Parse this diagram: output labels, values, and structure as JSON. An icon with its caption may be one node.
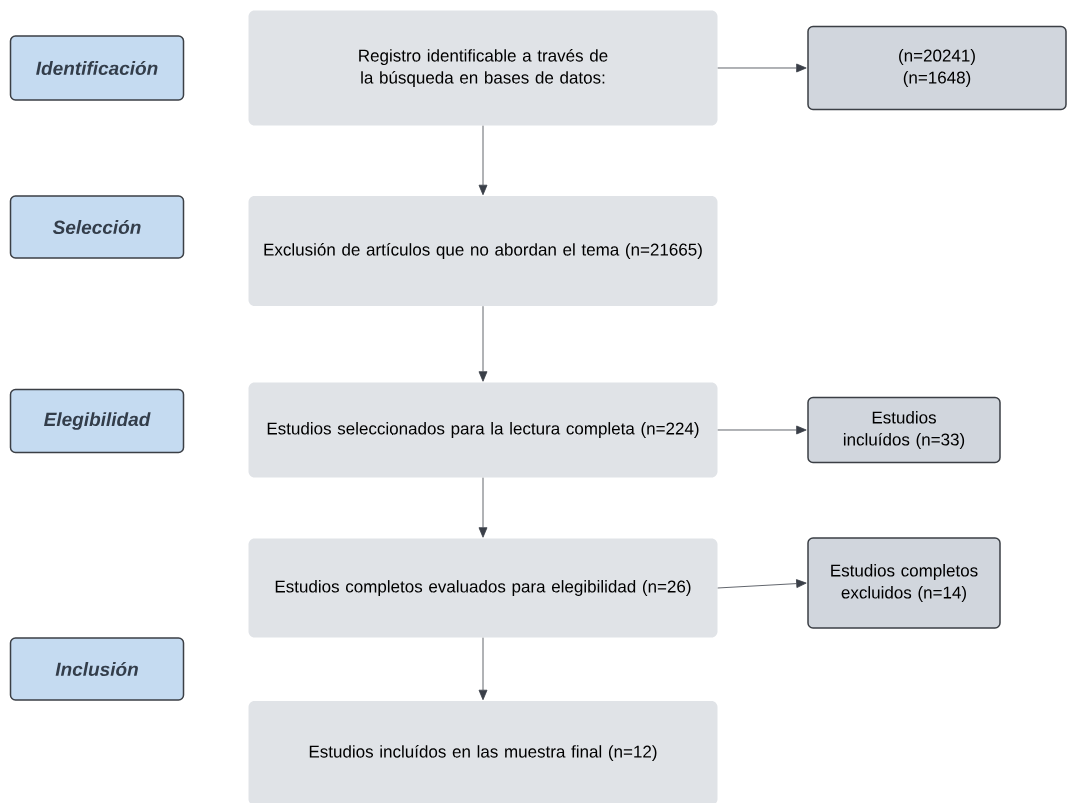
{
  "diagram": {
    "nodes": [
      {
        "text": [
          "Identificación"
        ]
      },
      {
        "text": [
          "Registro identificable a través de la búsqueda en bases de datos:"
        ]
      },
      {
        "text": [
          "(n=20241)",
          "(n=1648)"
        ]
      },
      {
        "text": [
          "Selección"
        ]
      },
      {
        "text": [
          "Exclusión de artículos que no abordan el tema (n=21665)"
        ]
      },
      {
        "text": [
          "Elegibilidad"
        ]
      },
      {
        "text": [
          "Estudios seleccionados para la lectura completa (n=224)"
        ]
      },
      {
        "text": [
          "Estudios incluídos (n=33)"
        ]
      },
      {
        "text": [
          "Estudios completos evaluados para elegibilidad (n=26)"
        ]
      },
      {
        "text": [
          "Estudios completos excluidos (n=14)"
        ]
      },
      {
        "text": [
          "Inclusión"
        ]
      },
      {
        "text": [
          "Estudios incluídos en las muestra final (n=12)"
        ]
      }
    ],
    "edges": [
      {
        "from": 1,
        "to": 2,
        "arrow": "to"
      },
      {
        "from": 1,
        "to": 4,
        "arrow": "to"
      },
      {
        "from": 4,
        "to": 6,
        "arrow": "to"
      },
      {
        "from": 6,
        "to": 7,
        "arrow": "to"
      },
      {
        "from": 6,
        "to": 8,
        "arrow": "to"
      },
      {
        "from": 8,
        "to": 9,
        "arrow": "to"
      },
      {
        "from": 8,
        "to": 11,
        "arrow": "to"
      }
    ]
  }
}
